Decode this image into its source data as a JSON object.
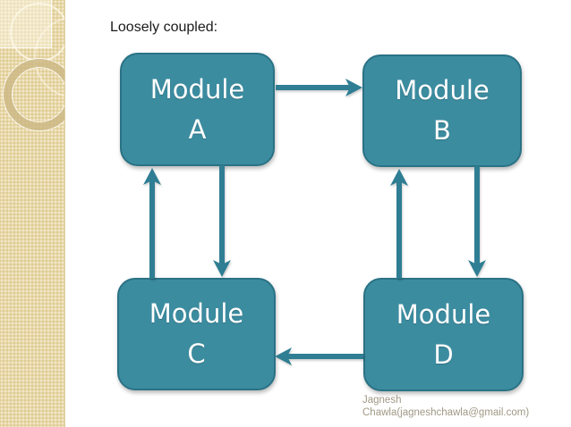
{
  "slide": {
    "title": "Loosely coupled:",
    "attribution": {
      "line1": "Jagnesh",
      "line2": "Chawla(jagneshchawla@gmail.com)"
    }
  },
  "diagram": {
    "type": "module-coupling-diagram",
    "nodes": [
      {
        "id": "A",
        "word": "Module",
        "letter": "A"
      },
      {
        "id": "B",
        "word": "Module",
        "letter": "B"
      },
      {
        "id": "C",
        "word": "Module",
        "letter": "C"
      },
      {
        "id": "D",
        "word": "Module",
        "letter": "D"
      }
    ],
    "edges": [
      {
        "from": "A",
        "to": "B",
        "direction": "right"
      },
      {
        "from": "C",
        "to": "A",
        "direction": "up"
      },
      {
        "from": "A",
        "to": "C",
        "direction": "down"
      },
      {
        "from": "D",
        "to": "B",
        "direction": "up"
      },
      {
        "from": "B",
        "to": "D",
        "direction": "down"
      },
      {
        "from": "D",
        "to": "C",
        "direction": "left"
      }
    ]
  },
  "colors": {
    "slide_bg": "#ffffff",
    "sidebar_bg": "#e8d7a6",
    "title_color": "#1a1a1a",
    "node_fill": "#3c8ca0",
    "node_border": "#2a7285",
    "node_text": "#ffffff",
    "arrow": "#2f7e93",
    "attribution_color": "#a09884"
  }
}
